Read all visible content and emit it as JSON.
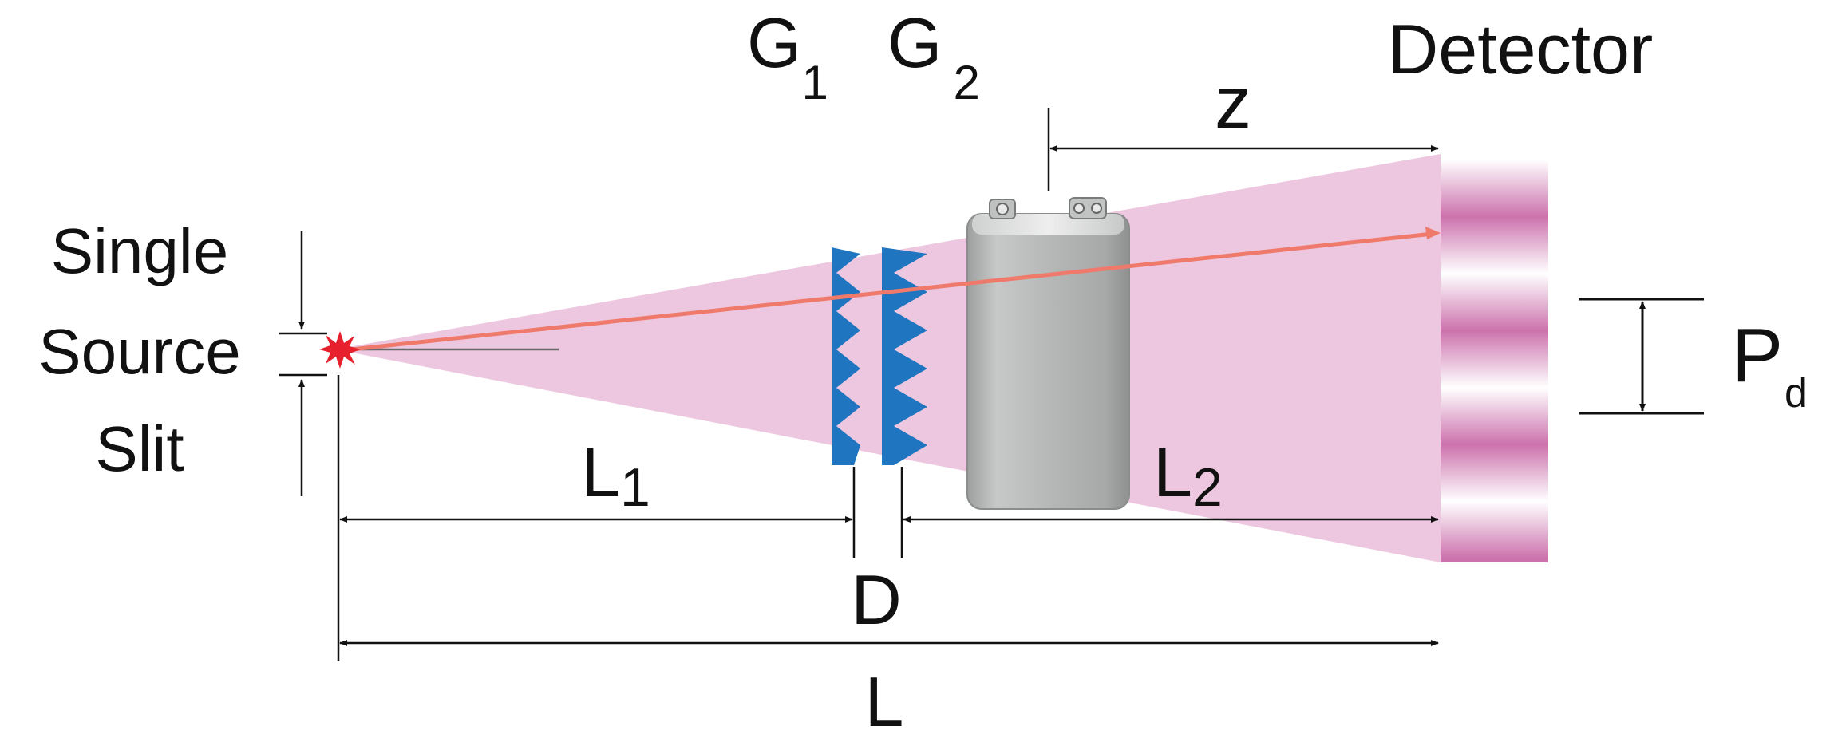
{
  "labels": {
    "source_line1": "Single",
    "source_line2": "Source",
    "source_line3": "Slit",
    "g1_main": "G",
    "g1_sub": "1",
    "g2_main": "G",
    "g2_sub": "2",
    "detector": "Detector",
    "z": "z",
    "l1_main": "L",
    "l1_sub": "1",
    "l2_main": "L",
    "l2_sub": "2",
    "d": "D",
    "l": "L",
    "pd_main": "P",
    "pd_sub": "d"
  },
  "colors": {
    "beam": "#ecc7df",
    "ray": "#ef7a6c",
    "grating": "#1f75bf",
    "source": "#e6202c",
    "fringe": "#cc72ad",
    "battery_body": "#b6b9b8",
    "battery_top": "#e2e3e2",
    "ink": "#111111"
  },
  "detector_fringe_count": 3
}
